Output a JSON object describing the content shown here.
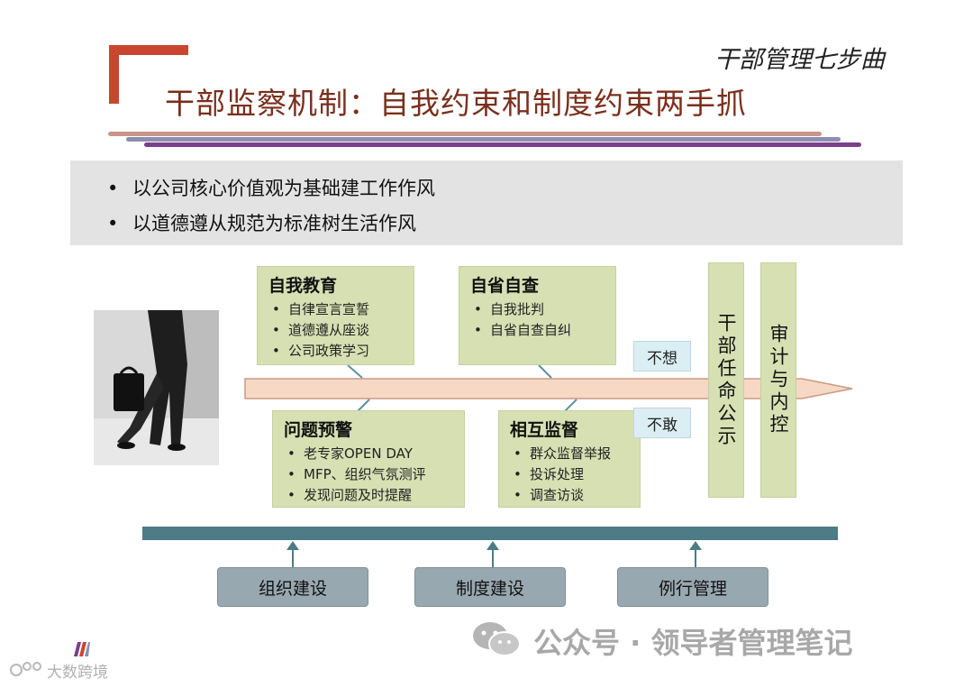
{
  "header": {
    "subtitle": "干部管理七步曲",
    "title": "干部监察机制：自我约束和制度约束两手抓"
  },
  "bullets": [
    "以公司核心价值观为基础建工作作风",
    "以道德遵从规范为标准树生活作风"
  ],
  "boxes": {
    "self_education": {
      "title": "自我教育",
      "items": [
        "自律宣言宣誓",
        "道德遵从座谈",
        "公司政策学习"
      ]
    },
    "self_reflection": {
      "title": "自省自查",
      "items": [
        "自我批判",
        "自省自查自纠"
      ]
    },
    "problem_warning": {
      "title": "问题预警",
      "items": [
        "老专家OPEN DAY",
        "MFP、组织气氛测评",
        "发现问题及时提醒"
      ]
    },
    "mutual_supervision": {
      "title": "相互监督",
      "items": [
        "群众监督举报",
        "投诉处理",
        "调查访谈"
      ]
    }
  },
  "tags": {
    "not_want": "不想",
    "not_dare": "不敢"
  },
  "vertical": {
    "appointment": "干部任命公示",
    "audit": "审计与内控"
  },
  "foundations": [
    "组织建设",
    "制度建设",
    "例行管理"
  ],
  "watermark": {
    "text": "公众号 · 领导者管理笔记",
    "icon": "wechat-icon"
  },
  "brand": {
    "text": "大数跨境"
  },
  "colors": {
    "accent_red": "#c9452f",
    "title_brown": "#7a2f1c",
    "box_green": "#d7e0b3",
    "tag_blue": "#dbeef4",
    "platform_teal": "#4d7b86",
    "foundation_gray": "#98a8b1",
    "arrow_body": "#f7d8c4"
  }
}
